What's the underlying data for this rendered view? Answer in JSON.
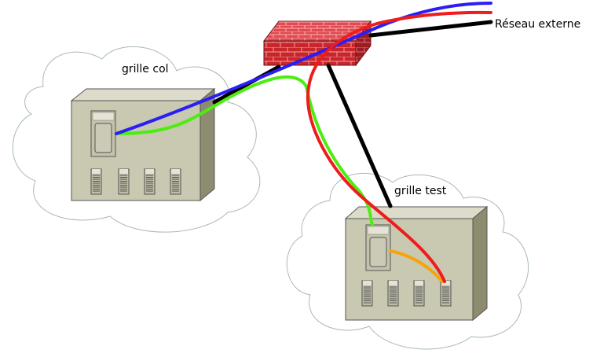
{
  "labels": {
    "cluster_left": "grille col",
    "cluster_right": "grille test",
    "external": "Réseau externe"
  },
  "colors": {
    "background": "#ffffff",
    "cloud_stroke": "#a9b8b8",
    "enclosure_front": "#c9c8b0",
    "enclosure_top": "#dddccb",
    "enclosure_side": "#8e8c70",
    "firewall_front": "#c8262b",
    "firewall_top": "#e8525a",
    "firewall_side": "#9e1b1f",
    "cable_blue": "#2b1ef4",
    "cable_red": "#ee1c1c",
    "cable_black": "#000000",
    "cable_green": "#4ced10",
    "cable_orange": "#f5a40b"
  },
  "diagram": {
    "type": "network",
    "nodes": [
      "firewall",
      "cluster_left",
      "cluster_right",
      "external_network"
    ],
    "links": [
      {
        "color": "blue",
        "from": "cluster_left",
        "to": "external_network"
      },
      {
        "color": "red",
        "from": "cluster_right",
        "to": "external_network"
      },
      {
        "color": "black",
        "from": "firewall",
        "to": "external_network"
      },
      {
        "color": "black",
        "from": "firewall",
        "to": "cluster_left"
      },
      {
        "color": "black",
        "from": "firewall",
        "to": "cluster_right"
      },
      {
        "color": "green",
        "from": "cluster_left",
        "to": "cluster_right"
      },
      {
        "color": "orange",
        "from": "cluster_right",
        "to": "cluster_right"
      }
    ]
  }
}
